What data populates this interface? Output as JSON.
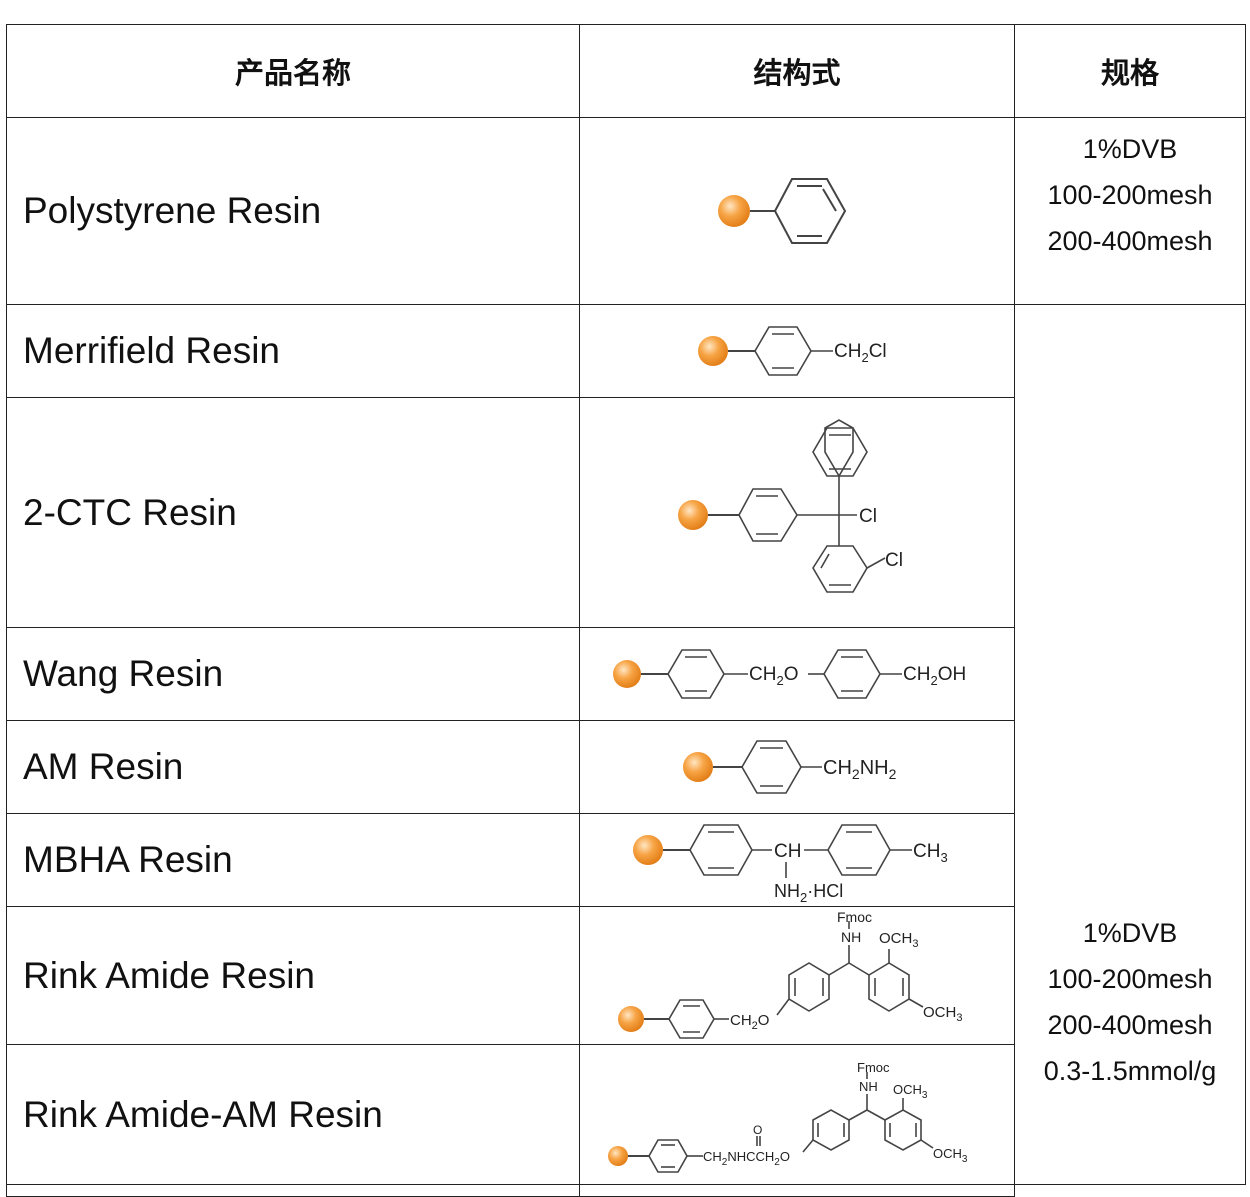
{
  "header": {
    "name": "产品名称",
    "structure": "结构式",
    "spec": "规格"
  },
  "rows": [
    {
      "name": "Polystyrene Resin",
      "structure": "polystyrene-structure"
    },
    {
      "name": "Merrifield Resin",
      "structure": "merrifield-structure",
      "formula": {
        "chain": "CH",
        "sub": "2",
        "tail": "Cl"
      }
    },
    {
      "name": "2-CTC Resin",
      "structure": "2-chlorotrityl-chloride-structure",
      "labels": [
        "Cl",
        "Cl"
      ]
    },
    {
      "name": "Wang Resin",
      "structure": "wang-structure",
      "formula": {
        "a": "CH",
        "a_sub": "2",
        "a_tail": "O",
        "b": "CH",
        "b_sub": "2",
        "b_tail": "OH"
      }
    },
    {
      "name": "AM Resin",
      "structure": "aminomethyl-structure",
      "formula": {
        "a": "CH",
        "a_sub": "2",
        "b": "NH",
        "b_sub": "2"
      }
    },
    {
      "name": "MBHA Resin",
      "structure": "mbha-structure",
      "formula": {
        "ch": "CH",
        "methyl": "CH",
        "methyl_sub": "3",
        "amine": "NH",
        "amine_sub": "2",
        "salt": "·HCl"
      }
    },
    {
      "name": "Rink Amide Resin",
      "structure": "rink-amide-structure",
      "formula": {
        "fmoc": "Fmoc",
        "nh": "NH",
        "och3": "OCH",
        "och3_sub": "3",
        "ch2o": "CH",
        "ch2o_sub": "2",
        "ch2o_tail": "O"
      }
    },
    {
      "name": "Rink Amide-AM Resin",
      "structure": "rink-amide-am-structure",
      "formula": {
        "fmoc": "Fmoc",
        "nh": "NH",
        "och3": "OCH",
        "och3_sub": "3",
        "o": "O",
        "linker_a": "CH",
        "linker_a_sub": "2",
        "linker_b": "NHCCH",
        "linker_b_sub": "2",
        "linker_b_tail": "O"
      }
    }
  ],
  "spec_groups": [
    {
      "lines": [
        "1%DVB",
        "100-200mesh",
        "200-400mesh"
      ]
    },
    {
      "lines": [
        "1%DVB",
        "100-200mesh",
        "200-400mesh",
        "0.3-1.5mmol/g"
      ]
    }
  ],
  "colors": {
    "bead_light": "#ffd9a8",
    "bead_dark": "#f08a1e",
    "border": "#222222"
  }
}
